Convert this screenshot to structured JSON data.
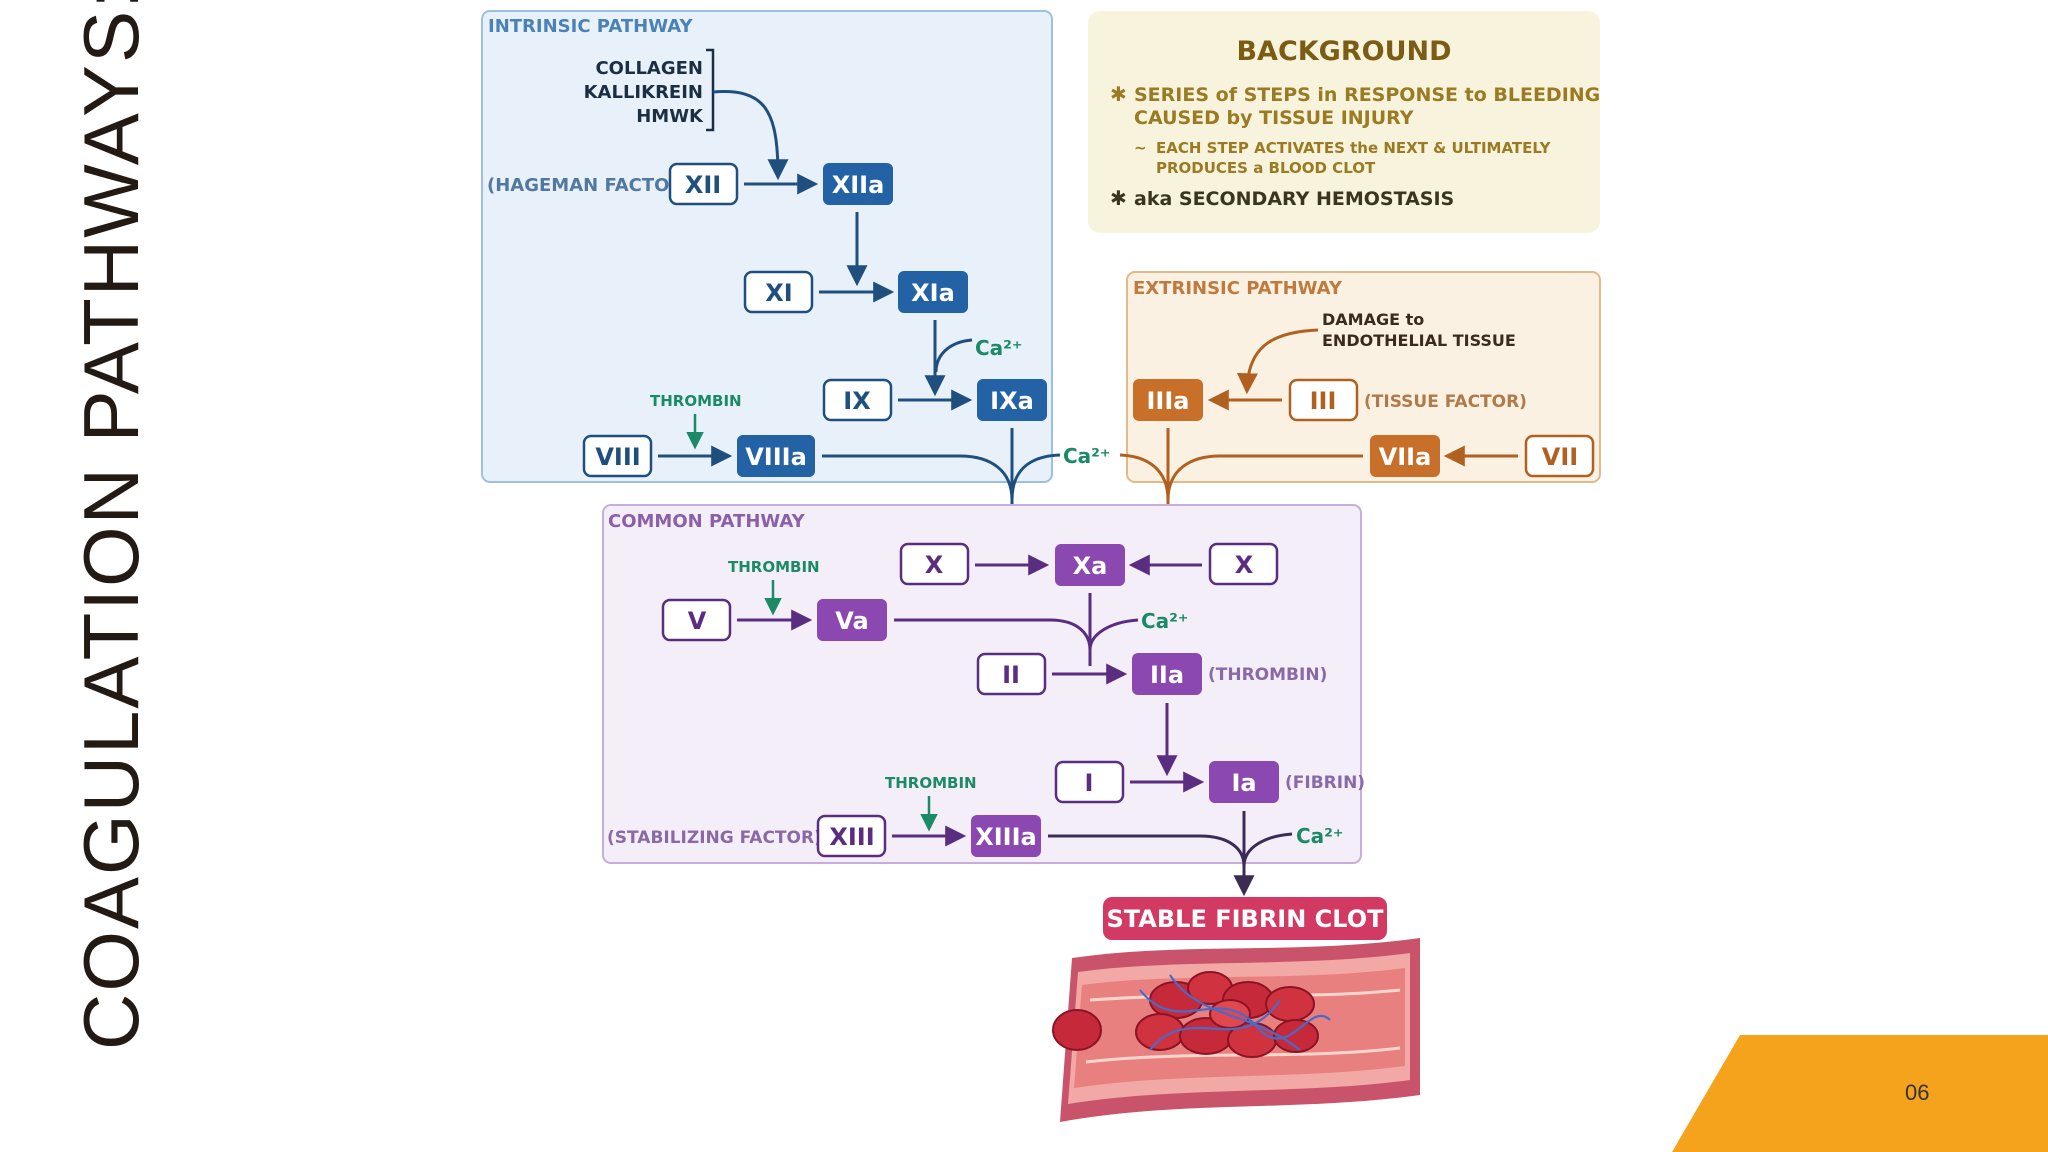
{
  "slide": {
    "title": "COAGULATION PATHWAYS:",
    "page_number": "06",
    "accent_color": "#f5a21c"
  },
  "intrinsic": {
    "title": "INTRINSIC PATHWAY",
    "triggers": [
      "COLLAGEN",
      "KALLIKREIN",
      "HMWK"
    ],
    "hageman": "(HAGEMAN FACTOR)",
    "xii": "XII",
    "xiia": "XIIa",
    "xi": "XI",
    "xia": "XIa",
    "ix": "IX",
    "ixa": "IXa",
    "viii": "VIII",
    "viiia": "VIIIa",
    "thrombin": "THROMBIN",
    "ca1": "Ca²⁺",
    "ca2": "Ca²⁺",
    "color": "#2f6ba8"
  },
  "background": {
    "title": "BACKGROUND",
    "bullet1_line1": "SERIES of STEPS in RESPONSE to BLEEDING",
    "bullet1_line2": "CAUSED by TISSUE INJURY",
    "sub_line1": "EACH STEP ACTIVATES the NEXT & ULTIMATELY",
    "sub_line2": "PRODUCES a BLOOD CLOT",
    "bullet2": "aka SECONDARY HEMOSTASIS"
  },
  "extrinsic": {
    "title": "EXTRINSIC PATHWAY",
    "damage_line1": "DAMAGE to",
    "damage_line2": "ENDOTHELIAL TISSUE",
    "iii": "III",
    "iiia": "IIIa",
    "tissue_factor": "(TISSUE FACTOR)",
    "vii": "VII",
    "viia": "VIIa",
    "color": "#c8702a"
  },
  "common": {
    "title": "COMMON PATHWAY",
    "x_left": "X",
    "xa": "Xa",
    "x_right": "X",
    "v": "V",
    "va": "Va",
    "thrombin1": "THROMBIN",
    "ca1": "Ca²⁺",
    "ii": "II",
    "iia": "IIa",
    "thrombin_label": "(THROMBIN)",
    "i": "I",
    "ia": "Ia",
    "fibrin_label": "(FIBRIN)",
    "thrombin2": "THROMBIN",
    "stabilizing": "(STABILIZING FACTOR)",
    "xiii": "XIII",
    "xiiia": "XIIIa",
    "ca2": "Ca²⁺",
    "color": "#8a48b0"
  },
  "result": {
    "label": "STABLE FIBRIN CLOT",
    "color": "#d23a64"
  }
}
